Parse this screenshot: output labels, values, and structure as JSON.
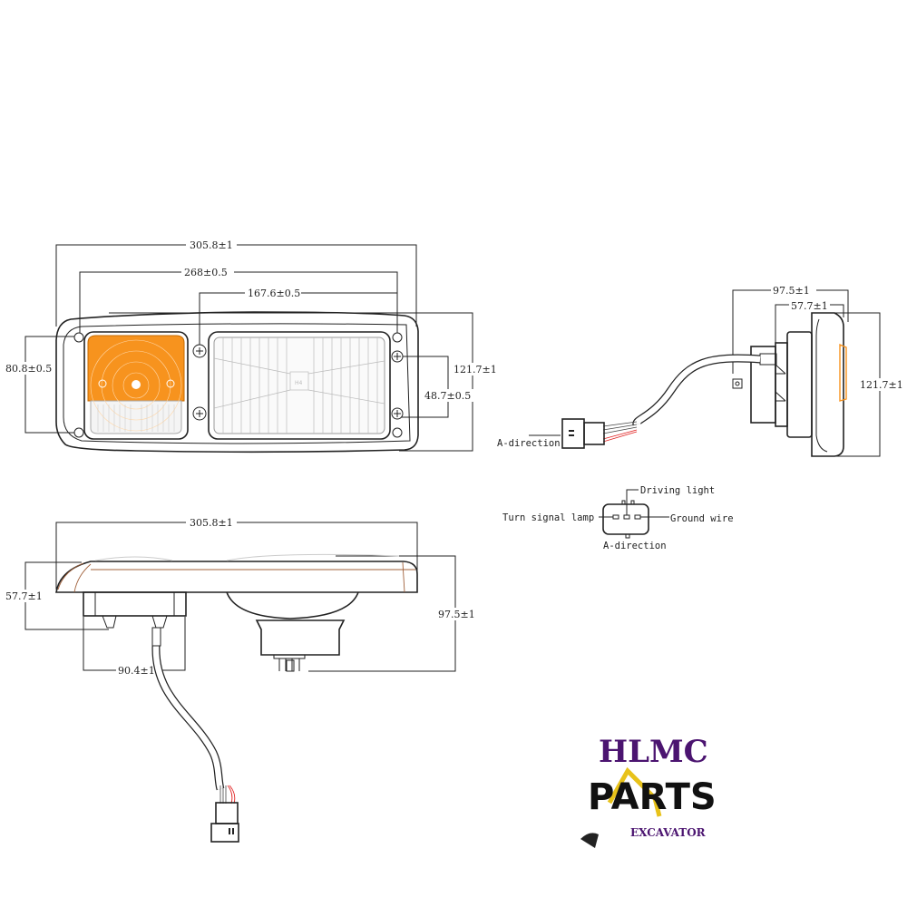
{
  "colors": {
    "amber": "#f7931e",
    "red_wire": "#e02020",
    "brown_trim": "#a0603a",
    "logo_purple": "#4b1470"
  },
  "front_view": {
    "overall_width": "305.8±1",
    "mount_width": "268±0.5",
    "headlight_mount_width": "167.6±0.5",
    "left_height": "80.8±0.5",
    "overall_height": "121.7±1",
    "screw_spacing": "48.7±0.5",
    "lens_marking": "H4"
  },
  "side_view": {
    "overall_depth": "97.5±1",
    "housing_depth": "57.7±1",
    "height": "121.7±1",
    "direction_label": "A-direction"
  },
  "connector_diagram": {
    "driving_light": "Driving light",
    "turn_signal": "Turn signal lamp",
    "ground": "Ground wire",
    "direction": "A-direction"
  },
  "top_view": {
    "overall_width": "305.8±1",
    "housing_depth": "57.7±1",
    "overall_depth": "97.5±1",
    "unit_width": "90.4±1"
  },
  "watermark": {
    "line1": "HLMC",
    "line2": "PARTS",
    "line3": "EXCAVATOR"
  }
}
